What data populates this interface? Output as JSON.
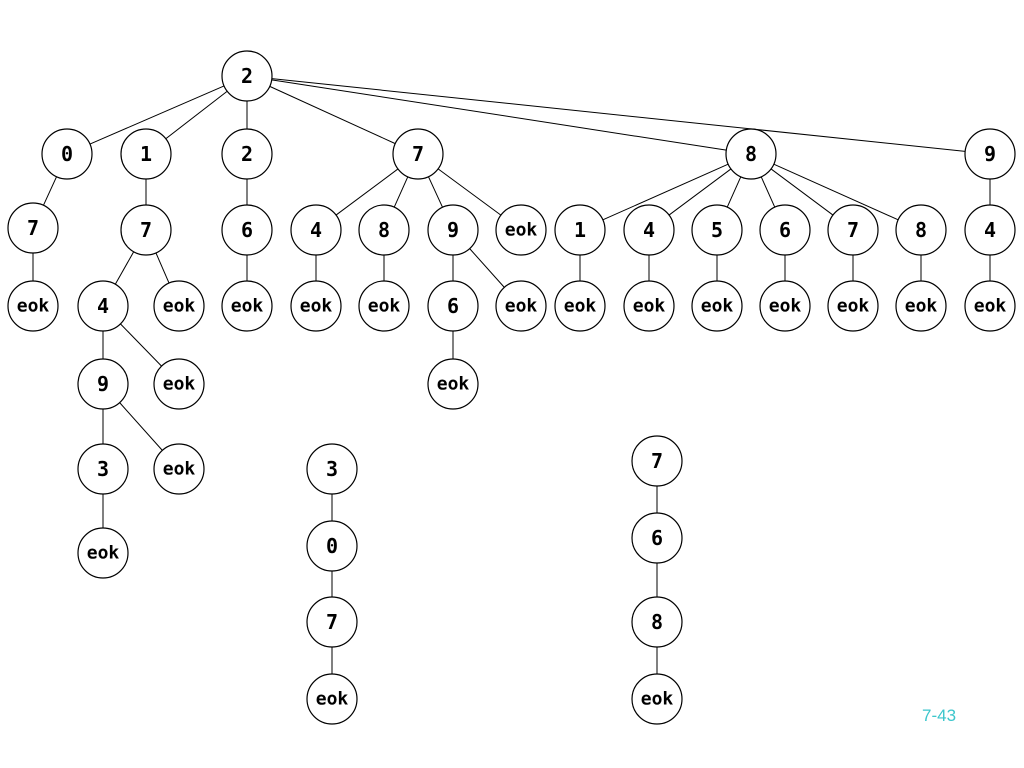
{
  "colors": {
    "page_number": "#3cc6cc",
    "line": "#000000",
    "node_fill": "#ffffff"
  },
  "page_number": "7-43",
  "trees": [
    {
      "id": "main-trie",
      "label": "2",
      "children": [
        {
          "label": "0",
          "children": [
            {
              "label": "7",
              "children": [
                {
                  "label": "eok",
                  "children": []
                }
              ]
            }
          ]
        },
        {
          "label": "1",
          "children": [
            {
              "label": "7",
              "children": [
                {
                  "label": "4",
                  "children": [
                    {
                      "label": "9",
                      "children": [
                        {
                          "label": "3",
                          "children": [
                            {
                              "label": "eok",
                              "children": []
                            }
                          ]
                        },
                        {
                          "label": "eok",
                          "children": []
                        }
                      ]
                    },
                    {
                      "label": "eok",
                      "children": []
                    }
                  ]
                },
                {
                  "label": "eok",
                  "children": []
                }
              ]
            }
          ]
        },
        {
          "label": "2",
          "children": [
            {
              "label": "6",
              "children": [
                {
                  "label": "eok",
                  "children": []
                }
              ]
            }
          ]
        },
        {
          "label": "7",
          "children": [
            {
              "label": "4",
              "children": [
                {
                  "label": "eok",
                  "children": []
                }
              ]
            },
            {
              "label": "8",
              "children": [
                {
                  "label": "eok",
                  "children": []
                }
              ]
            },
            {
              "label": "9",
              "children": [
                {
                  "label": "6",
                  "children": [
                    {
                      "label": "eok",
                      "children": []
                    }
                  ]
                },
                {
                  "label": "eok",
                  "children": []
                }
              ]
            },
            {
              "label": "eok",
              "children": []
            }
          ]
        },
        {
          "label": "8",
          "children": [
            {
              "label": "1",
              "children": [
                {
                  "label": "eok",
                  "children": []
                }
              ]
            },
            {
              "label": "4",
              "children": [
                {
                  "label": "eok",
                  "children": []
                }
              ]
            },
            {
              "label": "5",
              "children": [
                {
                  "label": "eok",
                  "children": []
                }
              ]
            },
            {
              "label": "6",
              "children": [
                {
                  "label": "eok",
                  "children": []
                }
              ]
            },
            {
              "label": "7",
              "children": [
                {
                  "label": "eok",
                  "children": []
                }
              ]
            },
            {
              "label": "8",
              "children": [
                {
                  "label": "eok",
                  "children": []
                }
              ]
            }
          ]
        },
        {
          "label": "9",
          "children": [
            {
              "label": "4",
              "children": [
                {
                  "label": "eok",
                  "children": []
                }
              ]
            }
          ]
        }
      ]
    },
    {
      "id": "chain-3-0-7",
      "label": "3",
      "children": [
        {
          "label": "0",
          "children": [
            {
              "label": "7",
              "children": [
                {
                  "label": "eok",
                  "children": []
                }
              ]
            }
          ]
        }
      ]
    },
    {
      "id": "chain-7-6-8",
      "label": "7",
      "children": [
        {
          "label": "6",
          "children": [
            {
              "label": "8",
              "children": [
                {
                  "label": "eok",
                  "children": []
                }
              ]
            }
          ]
        }
      ]
    }
  ]
}
